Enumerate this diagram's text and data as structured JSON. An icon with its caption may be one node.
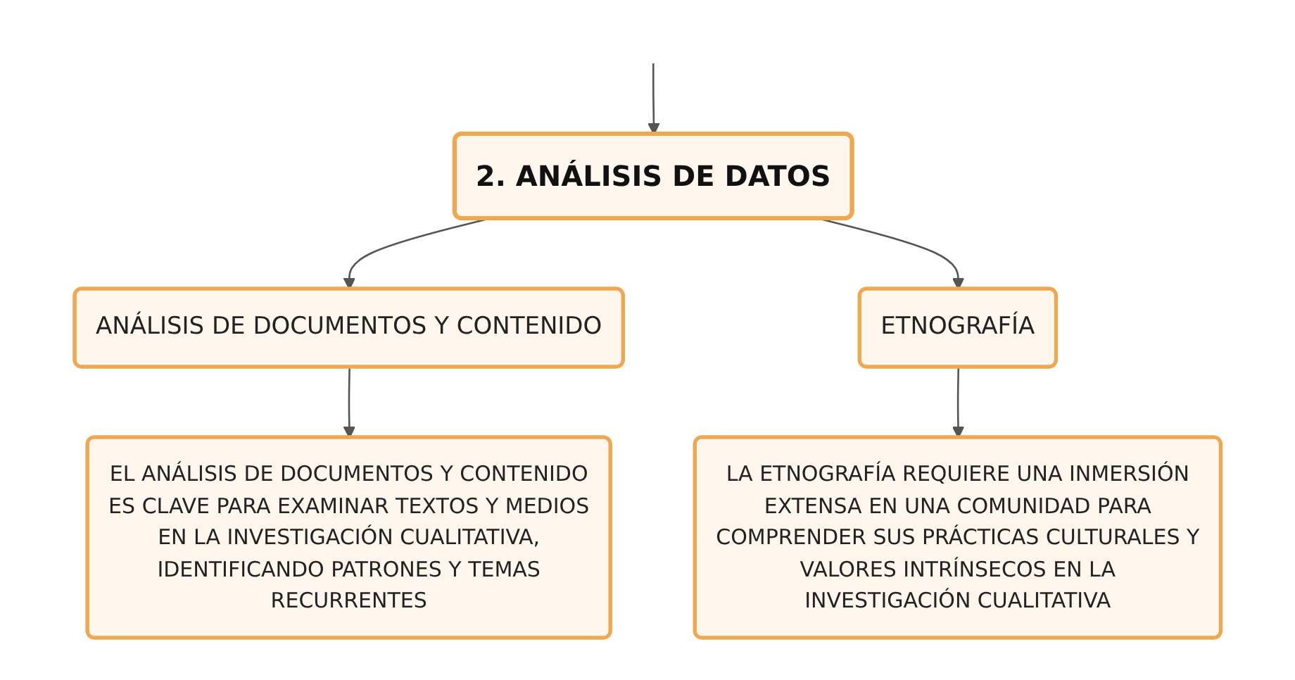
{
  "diagram": {
    "nodes": [
      {
        "text": [
          "2. ANÁLISIS DE DATOS"
        ]
      },
      {
        "text": [
          "ANÁLISIS DE DOCUMENTOS Y CONTENIDO"
        ]
      },
      {
        "text": [
          "ETNOGRAFÍA"
        ]
      },
      {
        "text": [
          "EL ANÁLISIS DE DOCUMENTOS Y CONTENIDO ES CLAVE PARA EXAMINAR TEXTOS Y MEDIOS EN LA INVESTIGACIÓN CUALITATIVA, IDENTIFICANDO PATRONES Y TEMAS RECURRENTES"
        ]
      },
      {
        "text": [
          "LA ETNOGRAFÍA REQUIERE UNA INMERSIÓN EXTENSA EN UNA COMUNIDAD PARA COMPRENDER SUS PRÁCTICAS CULTURALES Y VALORES INTRÍNSECOS EN LA INVESTIGACIÓN CUALITATIVA"
        ]
      }
    ],
    "edges": [
      {
        "from": null,
        "to": 0,
        "arrow": "to"
      },
      {
        "from": 0,
        "to": 1,
        "arrow": "to"
      },
      {
        "from": 0,
        "to": 2,
        "arrow": "to"
      },
      {
        "from": 1,
        "to": 3,
        "arrow": "to"
      },
      {
        "from": 2,
        "to": 4,
        "arrow": "to"
      }
    ]
  }
}
